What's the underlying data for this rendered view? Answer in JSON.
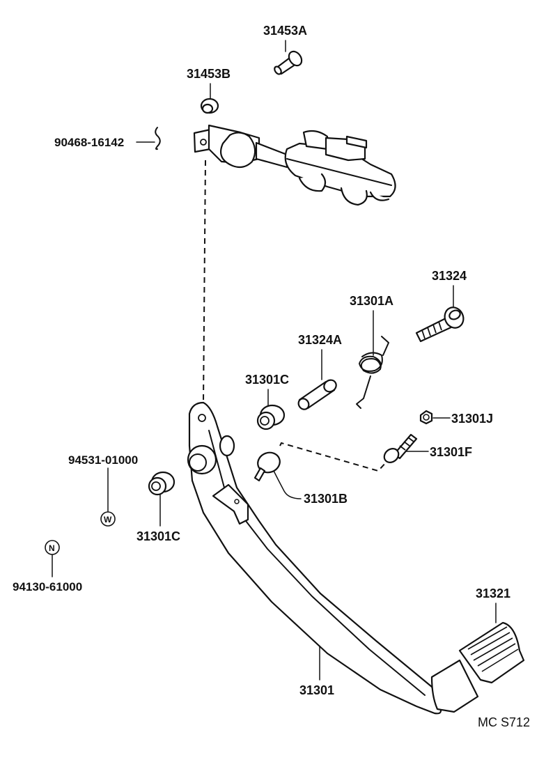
{
  "diagram": {
    "labels": {
      "p31453A": "31453A",
      "p31453B": "31453B",
      "p90468": "90468-16142",
      "p31324": "31324",
      "p31301A": "31301A",
      "p31324A": "31324A",
      "p31301C_upper": "31301C",
      "p31301J": "31301J",
      "p31301F": "31301F",
      "p31301B": "31301B",
      "p94531": "94531-01000",
      "p31301C_lower": "31301C",
      "p94130": "94130-61000",
      "p31321": "31321",
      "p31301": "31301"
    },
    "markers": {
      "w": "W",
      "n": "N"
    },
    "code": "MC S712"
  }
}
